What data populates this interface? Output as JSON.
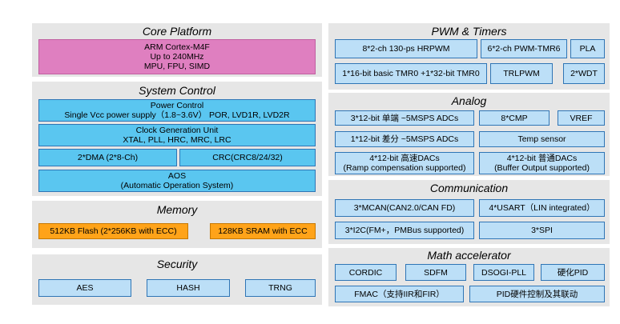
{
  "core": {
    "title": "Core Platform",
    "lines": [
      "ARM Cortex-M4F",
      "Up to 240MHz",
      "MPU, FPU, SIMD"
    ]
  },
  "system": {
    "title": "System Control",
    "power": [
      "Power Control",
      "Single Vcc power supply（1.8~3.6V） POR, LVD1R, LVD2R"
    ],
    "clock": [
      "Clock Generation Unit",
      "XTAL, PLL, HRC, MRC, LRC"
    ],
    "dma": "2*DMA (2*8-Ch)",
    "crc": "CRC(CRC8/24/32)",
    "aos": [
      "AOS",
      "(Automatic Operation System)"
    ]
  },
  "memory": {
    "title": "Memory",
    "flash": "512KB Flash (2*256KB with ECC)",
    "sram": "128KB SRAM with ECC"
  },
  "security": {
    "title": "Security",
    "items": [
      "AES",
      "HASH",
      "TRNG"
    ]
  },
  "pwm": {
    "title": "PWM & Timers",
    "hrpwm": "8*2-ch 130-ps HRPWM",
    "tmr6": "6*2-ch PWM-TMR6",
    "pla": "PLA",
    "tmr0": "1*16-bit basic TMR0 +1*32-bit TMR0",
    "trlpwm": "TRLPWM",
    "wdt": "2*WDT"
  },
  "analog": {
    "title": "Analog",
    "adc1": "3*12-bit  单端 ~5MSPS ADCs",
    "cmp": "8*CMP",
    "vref": "VREF",
    "adc2": "1*12-bit  差分 ~5MSPS ADCs",
    "temp": "Temp sensor",
    "dac1": [
      "4*12-bit 高速DACs",
      "(Ramp compensation supported)"
    ],
    "dac2": [
      "4*12-bit  普通DACs",
      "(Buffer Output supported)"
    ]
  },
  "comm": {
    "title": "Communication",
    "mcan": "3*MCAN(CAN2.0/CAN FD)",
    "usart": "4*USART（LIN integrated）",
    "i2c": "3*I2C(FM+，PMBus supported)",
    "spi": "3*SPI"
  },
  "math": {
    "title": "Math accelerator",
    "cordic": "CORDIC",
    "sdfm": "SDFM",
    "pll": "DSOGI-PLL",
    "pid": "硬化PID",
    "fmac": "FMAC（支持IIR和FIR）",
    "pidctrl": "PID硬件控制及其联动"
  }
}
